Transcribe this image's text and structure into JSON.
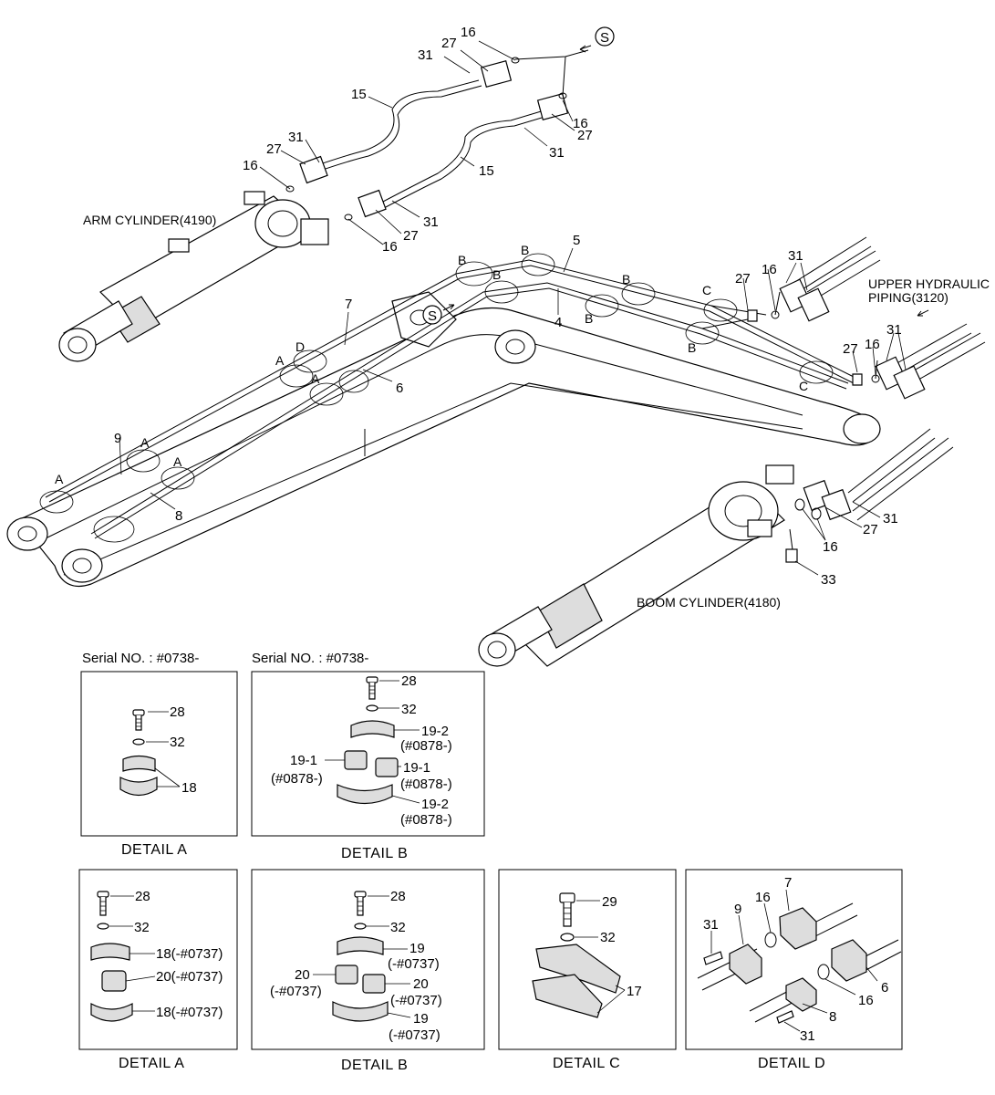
{
  "main": {
    "callouts": [
      {
        "id": "c16a",
        "text": "16"
      },
      {
        "id": "c27a",
        "text": "27"
      },
      {
        "id": "c31a",
        "text": "31"
      },
      {
        "id": "c15a",
        "text": "15"
      },
      {
        "id": "c16b",
        "text": "16"
      },
      {
        "id": "c27b",
        "text": "27"
      },
      {
        "id": "c31b",
        "text": "31"
      },
      {
        "id": "c15b",
        "text": "15"
      },
      {
        "id": "c31c",
        "text": "31"
      },
      {
        "id": "c27c",
        "text": "27"
      },
      {
        "id": "c16c",
        "text": "16"
      },
      {
        "id": "c16d",
        "text": "16"
      },
      {
        "id": "c27d",
        "text": "27"
      },
      {
        "id": "c31d",
        "text": "31"
      },
      {
        "id": "c5",
        "text": "5"
      },
      {
        "id": "c4",
        "text": "4"
      },
      {
        "id": "c7",
        "text": "7"
      },
      {
        "id": "c6",
        "text": "6"
      },
      {
        "id": "c9",
        "text": "9"
      },
      {
        "id": "c8",
        "text": "8"
      },
      {
        "id": "c27e",
        "text": "27"
      },
      {
        "id": "c16e",
        "text": "16"
      },
      {
        "id": "c31e",
        "text": "31"
      },
      {
        "id": "c27f",
        "text": "27"
      },
      {
        "id": "c16f",
        "text": "16"
      },
      {
        "id": "c31f",
        "text": "31"
      },
      {
        "id": "c31g",
        "text": "31"
      },
      {
        "id": "c27g",
        "text": "27"
      },
      {
        "id": "c16g",
        "text": "16"
      },
      {
        "id": "c33",
        "text": "33"
      }
    ],
    "detail_markers": [
      {
        "id": "mB1",
        "text": "B"
      },
      {
        "id": "mB2",
        "text": "B"
      },
      {
        "id": "mB3",
        "text": "B"
      },
      {
        "id": "mB4",
        "text": "B"
      },
      {
        "id": "mB5",
        "text": "B"
      },
      {
        "id": "mB6",
        "text": "B"
      },
      {
        "id": "mC1",
        "text": "C"
      },
      {
        "id": "mC2",
        "text": "C"
      },
      {
        "id": "mD",
        "text": "D"
      },
      {
        "id": "mA1",
        "text": "A"
      },
      {
        "id": "mA2",
        "text": "A"
      },
      {
        "id": "mA3",
        "text": "A"
      },
      {
        "id": "mA4",
        "text": "A"
      },
      {
        "id": "mA5",
        "text": "A"
      }
    ],
    "arrow_symbol": "S",
    "arm_cylinder": "ARM CYLINDER(4190)",
    "boom_cylinder": "BOOM CYLINDER(4180)",
    "upper_piping_line1": "UPPER HYDRAULIC",
    "upper_piping_line2": "PIPING(3120)"
  },
  "serial_a": "Serial NO. : #0738-",
  "serial_b": "Serial NO. : #0738-",
  "detail_a_top": {
    "title": "DETAIL  A",
    "labels": [
      "28",
      "32",
      "18"
    ]
  },
  "detail_b_top": {
    "title": "DETAIL  B",
    "labels": [
      "28",
      "32",
      "19-2",
      "(#0878-)",
      "19-1",
      "(#0878-)",
      "19-1",
      "(#0878-)",
      "19-2",
      "(#0878-)"
    ]
  },
  "detail_a_bottom": {
    "title": "DETAIL  A",
    "labels": [
      "28",
      "32",
      "18(-#0737)",
      "20(-#0737)",
      "18(-#0737)"
    ]
  },
  "detail_b_bottom": {
    "title": "DETAIL  B",
    "labels": [
      "28",
      "32",
      "19",
      "(-#0737)",
      "20",
      "(-#0737)",
      "20",
      "(-#0737)",
      "19",
      "(-#0737)"
    ]
  },
  "detail_c": {
    "title": "DETAIL  C",
    "labels": [
      "29",
      "32",
      "17"
    ]
  },
  "detail_d": {
    "title": "DETAIL  D",
    "labels": [
      "31",
      "9",
      "16",
      "7",
      "6",
      "16",
      "8",
      "31"
    ]
  }
}
